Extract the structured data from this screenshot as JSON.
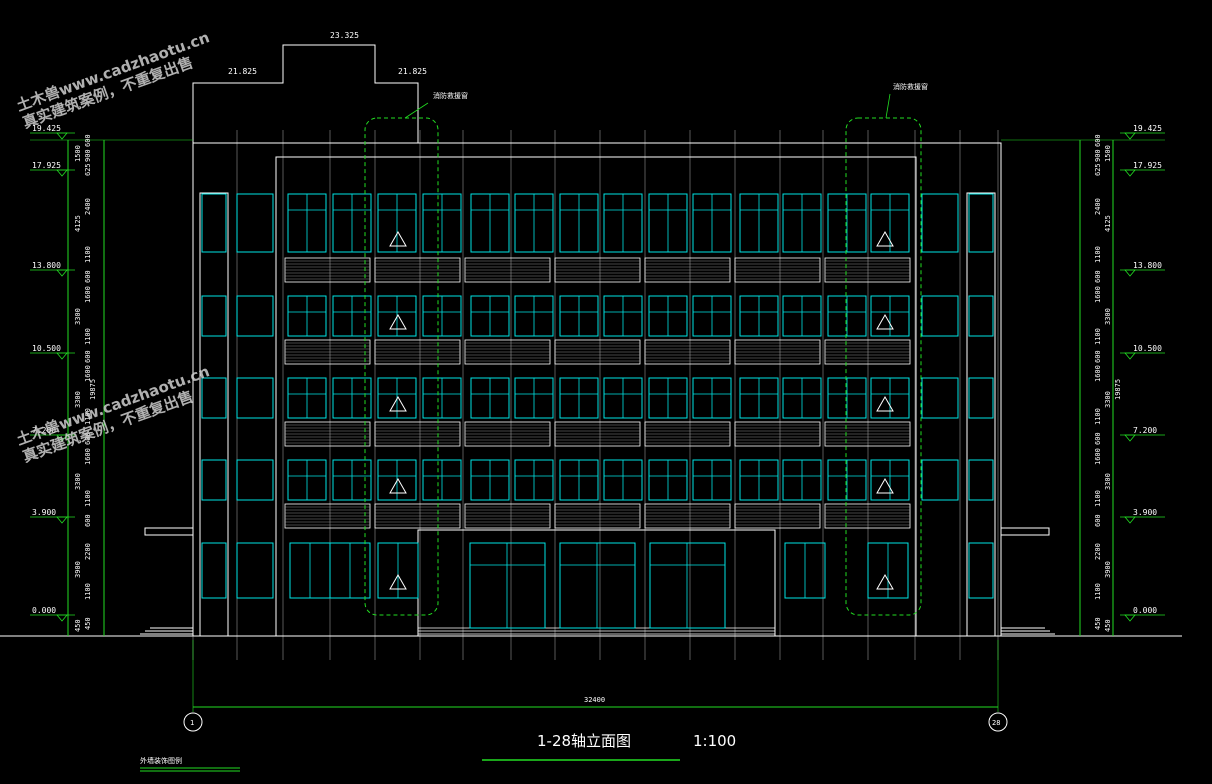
{
  "drawing": {
    "title": "1-28轴立面图",
    "scale": "1:100",
    "legend_note": "外墙装饰图例",
    "overall_dim": "32400",
    "axis_left": "1",
    "axis_right": "28",
    "callout_left": "消防救援窗",
    "callout_right": "消防救援窗"
  },
  "top_levels": {
    "roof_top": "23.325",
    "roof_left": "21.825",
    "roof_right": "21.825"
  },
  "left_levels": [
    "19.425",
    "17.925",
    "13.800",
    "10.500",
    "7.200",
    "3.900",
    "0.000"
  ],
  "right_levels": [
    "19.425",
    "17.925",
    "13.800",
    "10.500",
    "7.200",
    "3.900",
    "0.000"
  ],
  "left_dims_inner": [
    "600",
    "900",
    "625",
    "2400",
    "1100",
    "600",
    "1600",
    "1100",
    "600",
    "1600",
    "1100",
    "600",
    "1600",
    "1100",
    "600",
    "2200",
    "1100",
    "450"
  ],
  "left_dims_outer": [
    "1500",
    "4125",
    "3300",
    "3300",
    "3300",
    "3900",
    "450"
  ],
  "left_total": "19875",
  "right_dims_inner": [
    "600",
    "900",
    "625",
    "2400",
    "1100",
    "600",
    "1600",
    "1100",
    "600",
    "1600",
    "1100",
    "600",
    "1600",
    "1100",
    "600",
    "2200",
    "1100",
    "450"
  ],
  "right_dims_outer": [
    "1500",
    "4125",
    "3300",
    "3300",
    "3300",
    "3900",
    "450"
  ],
  "right_total": "19875",
  "watermark": {
    "line1": "土木兽www.cadzhaotu.cn",
    "line2": "真实建筑案例，不重复出售"
  },
  "colors": {
    "structure": "#ffffff",
    "window": "#00e5e5",
    "dim": "#22dd22",
    "grid": "#b0b0b0"
  }
}
